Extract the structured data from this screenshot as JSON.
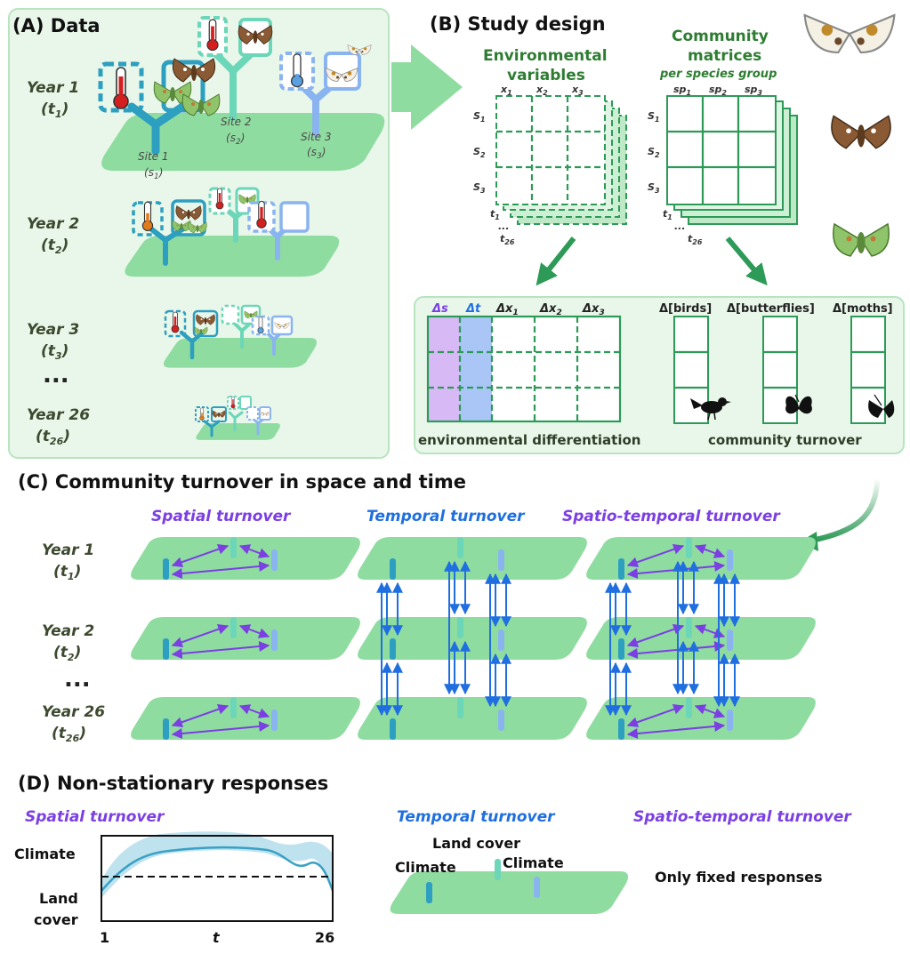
{
  "colors": {
    "spatial": "#7b3fe4",
    "temporal": "#1f6fe0",
    "green": "#2e7d32",
    "platform": "#8fdca0"
  },
  "panelA": {
    "title": "(A) Data",
    "years": [
      {
        "label": "Year 1",
        "t": "t",
        "sub": "1"
      },
      {
        "label": "Year 2",
        "t": "t",
        "sub": "2"
      },
      {
        "label": "Year 3",
        "t": "t",
        "sub": "3"
      },
      {
        "label": "Year 26",
        "t": "t",
        "sub": "26"
      }
    ],
    "ellipsis": "...",
    "sites": [
      {
        "label": "Site 1",
        "code": "s",
        "sub": "1"
      },
      {
        "label": "Site 2",
        "code": "s",
        "sub": "2"
      },
      {
        "label": "Site 3",
        "code": "s",
        "sub": "3"
      }
    ]
  },
  "panelB": {
    "title": "(B) Study design",
    "env_title_1": "Environmental",
    "env_title_2": "variables",
    "env_cols": [
      {
        "v": "x",
        "sub": "1"
      },
      {
        "v": "x",
        "sub": "2"
      },
      {
        "v": "x",
        "sub": "3"
      }
    ],
    "rows": [
      {
        "v": "S",
        "sub": "1"
      },
      {
        "v": "S",
        "sub": "2"
      },
      {
        "v": "S",
        "sub": "3"
      }
    ],
    "comm_title_1": "Community",
    "comm_title_2": "matrices",
    "comm_title_3": "per species group",
    "comm_cols": [
      {
        "v": "sp",
        "sub": "1"
      },
      {
        "v": "sp",
        "sub": "2"
      },
      {
        "v": "sp",
        "sub": "3"
      }
    ],
    "t1": {
      "v": "t",
      "sub": "1"
    },
    "dots": "...",
    "t26": {
      "v": "t",
      "sub": "26"
    },
    "diff_headers": [
      "Δs",
      "Δt",
      "Δx",
      "Δx",
      "Δx"
    ],
    "diff_subs": [
      "",
      "",
      "1",
      "2",
      "3"
    ],
    "diff_caption": "environmental differentiation",
    "turn_headers": [
      "Δ[birds]",
      "Δ[butterflies]",
      "Δ[moths]"
    ],
    "turn_caption": "community turnover"
  },
  "panelC": {
    "title": "(C) Community turnover in space and time",
    "cols": [
      "Spatial turnover",
      "Temporal turnover",
      "Spatio-temporal turnover"
    ],
    "years": [
      {
        "label": "Year 1",
        "t": "t",
        "sub": "1"
      },
      {
        "label": "Year 2",
        "t": "t",
        "sub": "2"
      },
      {
        "label": "Year 26",
        "t": "t",
        "sub": "26"
      }
    ],
    "ellipsis": "..."
  },
  "panelD": {
    "title": "(D) Non-stationary responses",
    "spatial_title": "Spatial turnover",
    "temporal_title": "Temporal turnover",
    "st_title": "Spatio-temporal turnover",
    "ylabel_top": "Climate",
    "ylabel_bottom_1": "Land",
    "ylabel_bottom_2": "cover",
    "x_start": "1",
    "x_mid": "t",
    "x_end": "26",
    "temporal_labels": [
      "Land cover",
      "Climate",
      "Climate"
    ],
    "fixed_text": "Only fixed responses"
  }
}
